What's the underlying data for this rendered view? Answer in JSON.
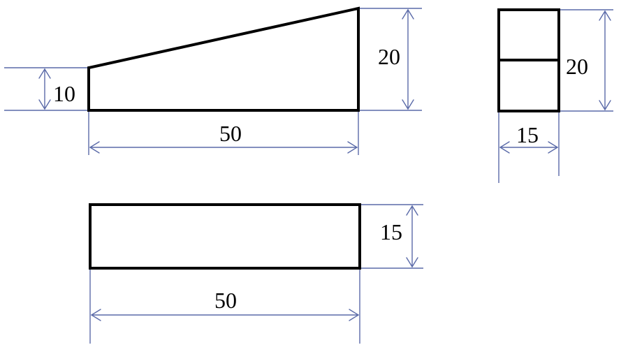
{
  "colors": {
    "outline": "#000000",
    "dimension_line": "#5a6aa8",
    "background": "#ffffff"
  },
  "front_view": {
    "left_height": "10",
    "right_height": "20",
    "length": "50"
  },
  "side_view": {
    "height": "20",
    "width": "15"
  },
  "top_view": {
    "depth": "15",
    "length": "50"
  }
}
